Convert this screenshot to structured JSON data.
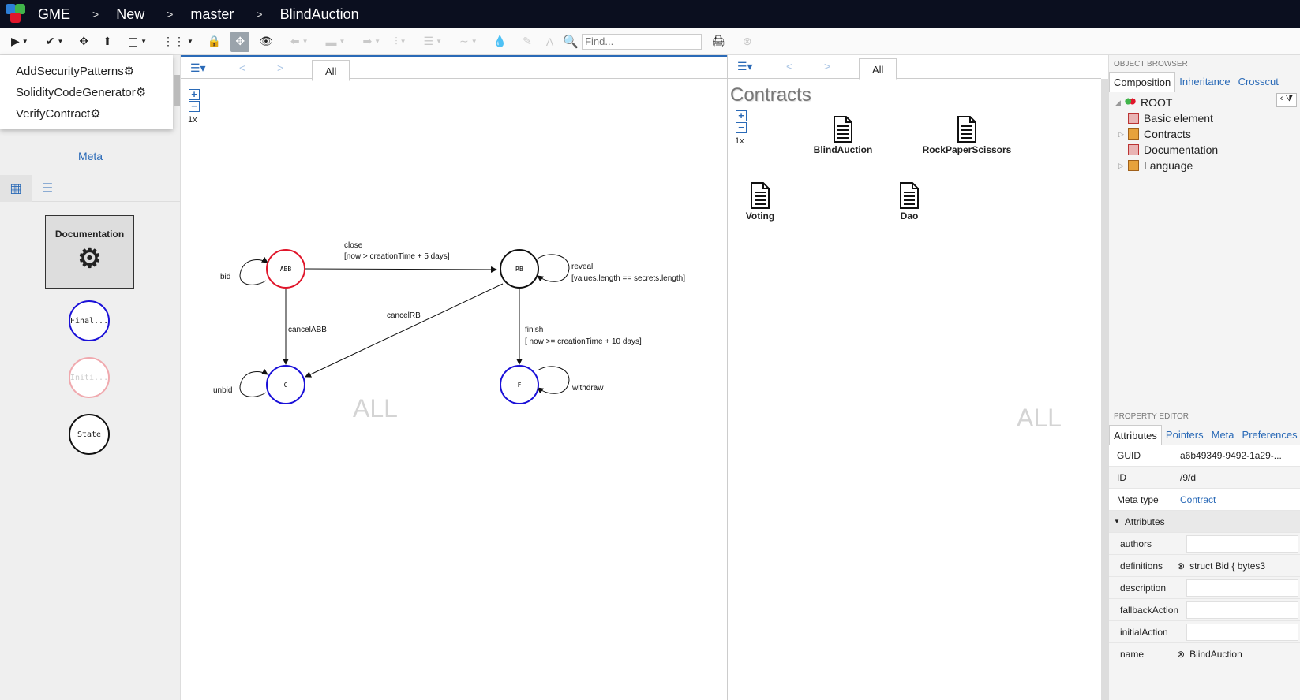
{
  "topbar": {
    "brand": "GME",
    "crumbs": [
      "New",
      "master",
      "BlindAuction"
    ]
  },
  "toolbar": {
    "find_placeholder": "Find..."
  },
  "plugin_menu": {
    "items": [
      "AddSecurityPatterns",
      "SolidityCodeGenerator",
      "VerifyContract"
    ]
  },
  "palette": {
    "meta_link": "Meta",
    "items": [
      {
        "label": "Documentation"
      },
      {
        "label": "Final..."
      },
      {
        "label": "Initi..."
      },
      {
        "label": "State"
      }
    ]
  },
  "editor_left": {
    "tab": "All",
    "zoom_label": "1x",
    "watermark": "ALL",
    "states": [
      {
        "id": "ABB",
        "color": "#e0162b"
      },
      {
        "id": "RB",
        "color": "#111111"
      },
      {
        "id": "C",
        "color": "#1a10d8"
      },
      {
        "id": "F",
        "color": "#1a10d8"
      }
    ],
    "transitions": {
      "bid": "bid",
      "close": "close",
      "close_guard": "[now > creationTime + 5 days]",
      "reveal": "reveal",
      "reveal_guard": "[values.length == secrets.length]",
      "cancelRB": "cancelRB",
      "cancelABB": "cancelABB",
      "finish": "finish",
      "finish_guard": "[ now >= creationTime + 10 days]",
      "unbid": "unbid",
      "withdraw": "withdraw"
    }
  },
  "editor_right": {
    "tab": "All",
    "title": "Contracts",
    "zoom_label": "1x",
    "watermark": "ALL",
    "objects": [
      "BlindAuction",
      "RockPaperScissors",
      "Voting",
      "Dao"
    ]
  },
  "object_browser": {
    "header": "OBJECT BROWSER",
    "tabs": [
      "Composition",
      "Inheritance",
      "Crosscut"
    ],
    "tree": [
      "ROOT",
      "Basic element",
      "Contracts",
      "Documentation",
      "Language"
    ]
  },
  "property_editor": {
    "header": "PROPERTY EDITOR",
    "tabs": [
      "Attributes",
      "Pointers",
      "Meta",
      "Preferences"
    ],
    "guid_label": "GUID",
    "guid": "a6b49349-9492-1a29-...",
    "id_label": "ID",
    "id": "/9/d",
    "metatype_label": "Meta type",
    "metatype": "Contract",
    "section": "Attributes",
    "attrs": [
      {
        "label": "authors",
        "value": ""
      },
      {
        "label": "definitions",
        "value": "struct Bid {      bytes3"
      },
      {
        "label": "description",
        "value": ""
      },
      {
        "label": "fallbackAction",
        "value": ""
      },
      {
        "label": "initialAction",
        "value": ""
      },
      {
        "label": "name",
        "value": "BlindAuction"
      }
    ]
  }
}
